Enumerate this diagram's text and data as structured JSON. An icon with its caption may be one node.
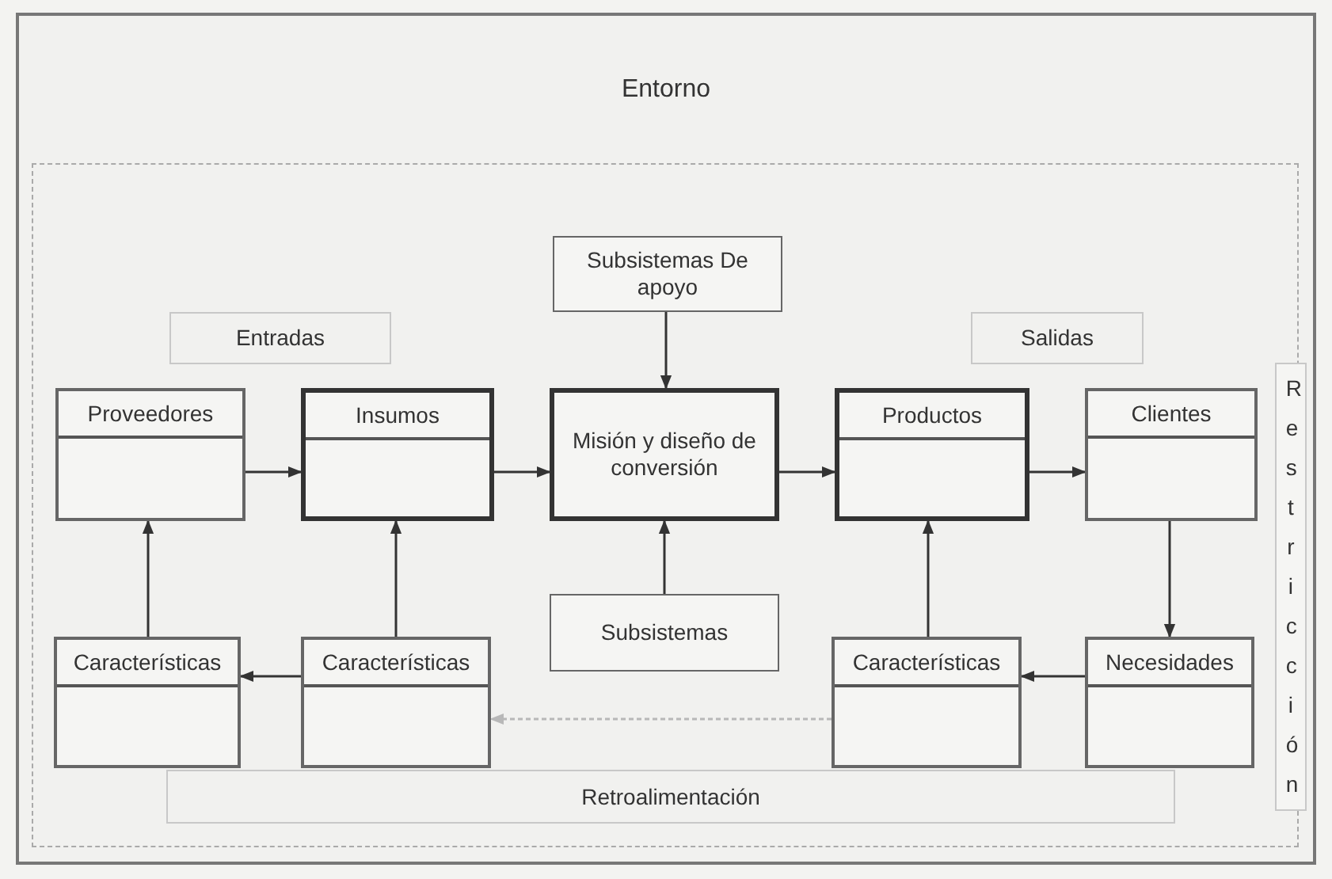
{
  "diagram": {
    "nodes": [
      {
        "text": [
          "Entorno"
        ]
      },
      {
        "text": [
          "Subsistemas De apoyo"
        ],
        "in": 0
      },
      {
        "text": [
          "Entradas"
        ],
        "in": 0
      },
      {
        "text": [
          "Salidas"
        ],
        "in": 0
      },
      {
        "text": [
          "Proveedores"
        ],
        "in": 0
      },
      {
        "text": [
          "Insumos"
        ],
        "in": 0
      },
      {
        "text": [
          "Misión y diseño de conversión"
        ],
        "in": 0
      },
      {
        "text": [
          "Productos"
        ],
        "in": 0
      },
      {
        "text": [
          "Clientes"
        ],
        "in": 0
      },
      {
        "text": [
          "Restricción"
        ],
        "in": 0
      },
      {
        "text": [
          "Subsistemas"
        ],
        "in": 0
      },
      {
        "text": [
          "Características"
        ],
        "in": 0
      },
      {
        "text": [
          "Características"
        ],
        "in": 0
      },
      {
        "text": [
          "Características"
        ],
        "in": 0
      },
      {
        "text": [
          "Necesidades"
        ],
        "in": 0
      },
      {
        "text": [
          "Retroalimentación"
        ],
        "in": 0
      }
    ],
    "edges": [
      {
        "from": 4,
        "to": 5,
        "arrow": "to"
      },
      {
        "from": 5,
        "to": 6,
        "arrow": "to"
      },
      {
        "from": 6,
        "to": 7,
        "arrow": "to"
      },
      {
        "from": 7,
        "to": 8,
        "arrow": "to"
      },
      {
        "from": 1,
        "to": 6,
        "arrow": "to"
      },
      {
        "from": 10,
        "to": 6,
        "arrow": "to"
      },
      {
        "from": 11,
        "to": 4,
        "arrow": "to"
      },
      {
        "from": 12,
        "to": 5,
        "arrow": "to"
      },
      {
        "from": 13,
        "to": 7,
        "arrow": "to"
      },
      {
        "from": 8,
        "to": 14,
        "arrow": "to"
      },
      {
        "from": 14,
        "to": 13,
        "arrow": "to"
      },
      {
        "from": 12,
        "to": 11,
        "arrow": "to"
      },
      {
        "from": 13,
        "to": 12,
        "arrow": "to",
        "style": "dashed",
        "color": "#b8b8b8"
      }
    ]
  }
}
